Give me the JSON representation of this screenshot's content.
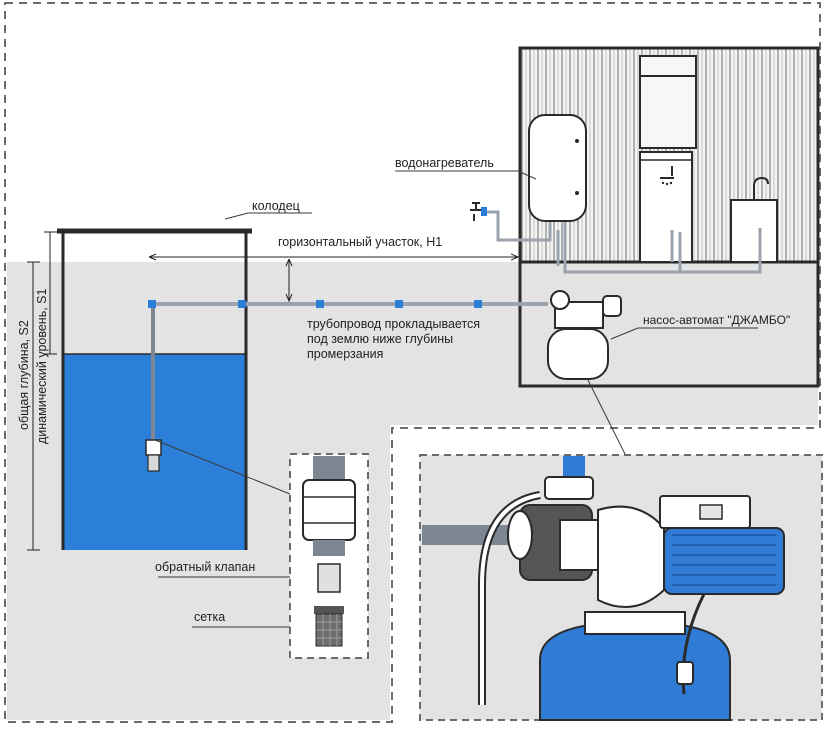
{
  "labels": {
    "well": "колодец",
    "horizontal_section": "горизонтальный участок, H1",
    "water_heater": "водонагреватель",
    "pipe_line1": "трубопровод прокладывается",
    "pipe_line2": "под землю ниже глубины",
    "pipe_line3": "промерзания",
    "pump": "насос-автомат \"ДЖАМБО\"",
    "total_depth": "общая глубина, S2",
    "dynamic_level": "динамический уровень, S1",
    "check_valve": "обратный клапан",
    "strainer": "сетка"
  },
  "colors": {
    "water": "#2b7fd8",
    "pump_blue": "#2f7bd6",
    "ground": "#e3e3e3",
    "pipe": "#9aa3ad",
    "outline": "#2a2a2a",
    "dash": "#6b6b6b"
  }
}
